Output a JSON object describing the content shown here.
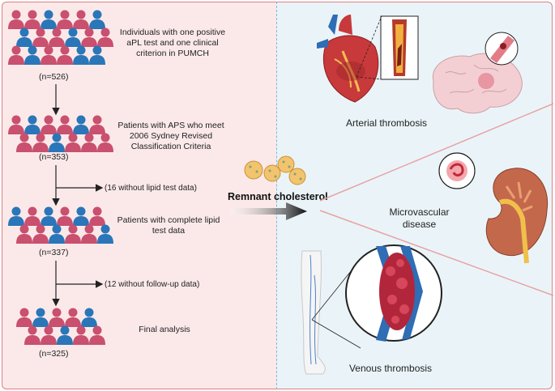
{
  "flow": {
    "step1": {
      "text": "Individuals with one positive aPL test and one clinical criterion in PUMCH",
      "n": "(n=526)"
    },
    "step2": {
      "text": "Patients with APS who meet 2006 Sydney Revised Classification Criteria",
      "n": "(n=353)"
    },
    "exclude1": "(16 without lipid test data)",
    "step3": {
      "text": "Patients with complete lipid test data",
      "n": "(n=337)"
    },
    "exclude2": "(12 without follow-up data)",
    "step4": {
      "text": "Final analysis",
      "n": "(n=325)"
    }
  },
  "center": {
    "label": "Remnant cholesterol"
  },
  "outcomes": {
    "arterial": "Arterial thrombosis",
    "microvascular": "Microvascular disease",
    "venous": "Venous thrombosis"
  },
  "colors": {
    "pink_person": "#c9506e",
    "blue_person": "#2a76b8",
    "border": "#e07f84",
    "left_bg": "#fbe9ea",
    "right_bg": "#eaf4f8"
  }
}
